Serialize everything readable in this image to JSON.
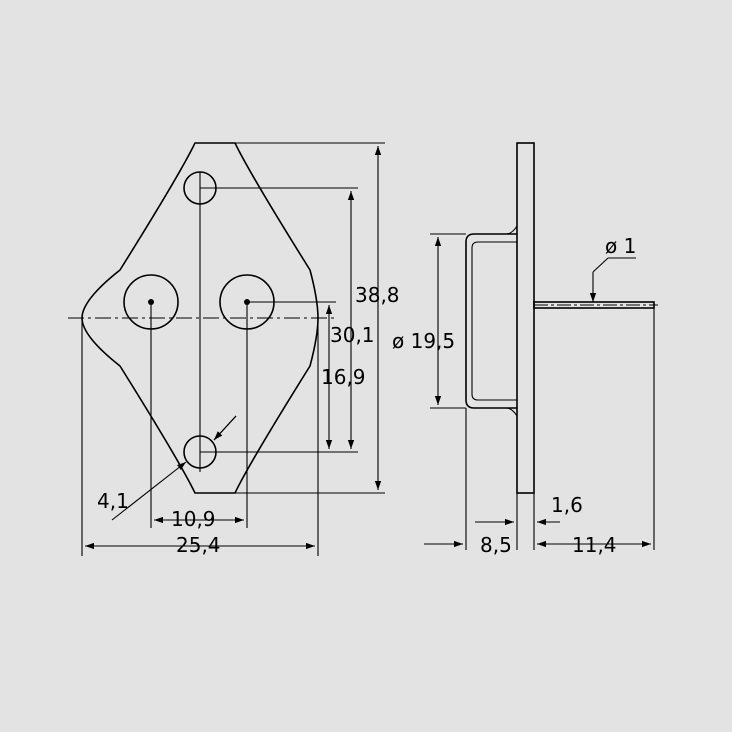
{
  "labels": {
    "height_overall": "38,8",
    "hole_spacing": "30,1",
    "pin_to_hole": "16,9",
    "hole_diameter": "4,1",
    "pin_spacing": "10,9",
    "width_overall": "25,4",
    "cap_diameter": "ø 19,5",
    "pin_diameter": "ø 1",
    "flange_thickness": "1,6",
    "cap_height": "8,5",
    "pin_length": "11,4"
  }
}
